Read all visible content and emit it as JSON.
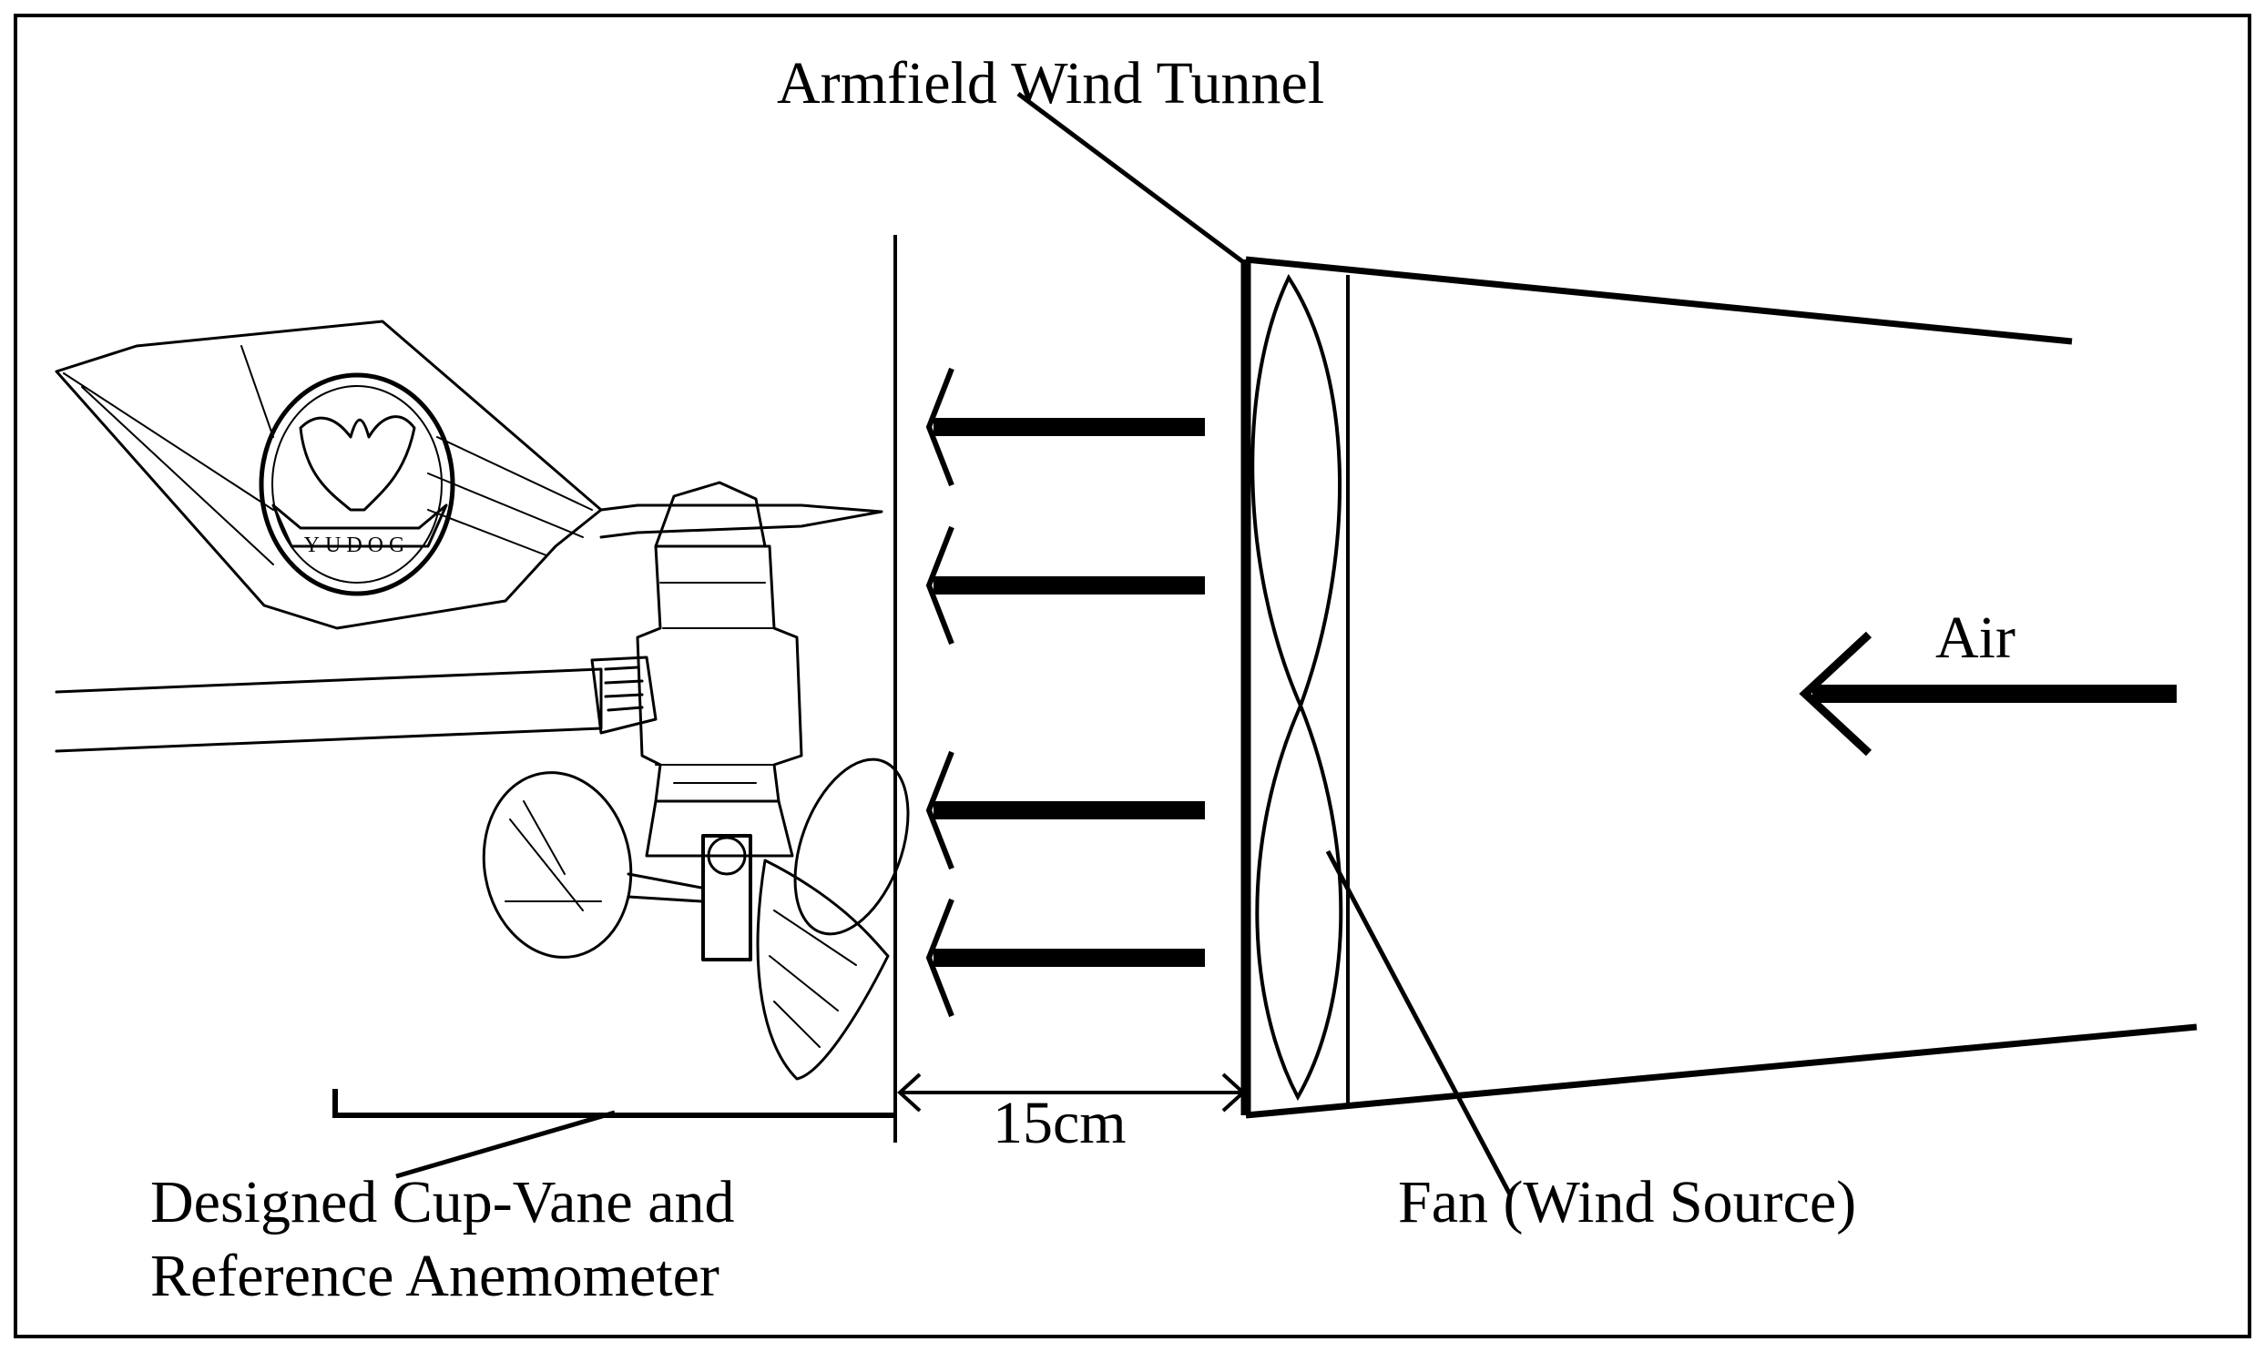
{
  "labels": {
    "wind_tunnel": "Armfield Wind Tunnel",
    "air": "Air",
    "distance": "15cm",
    "device_line1": "Designed Cup-Vane and",
    "device_line2": "Reference Anemometer",
    "fan": "Fan (Wind Source)"
  },
  "emblem_text": "YUDOG",
  "colors": {
    "ink": "#000000",
    "background": "#ffffff"
  }
}
